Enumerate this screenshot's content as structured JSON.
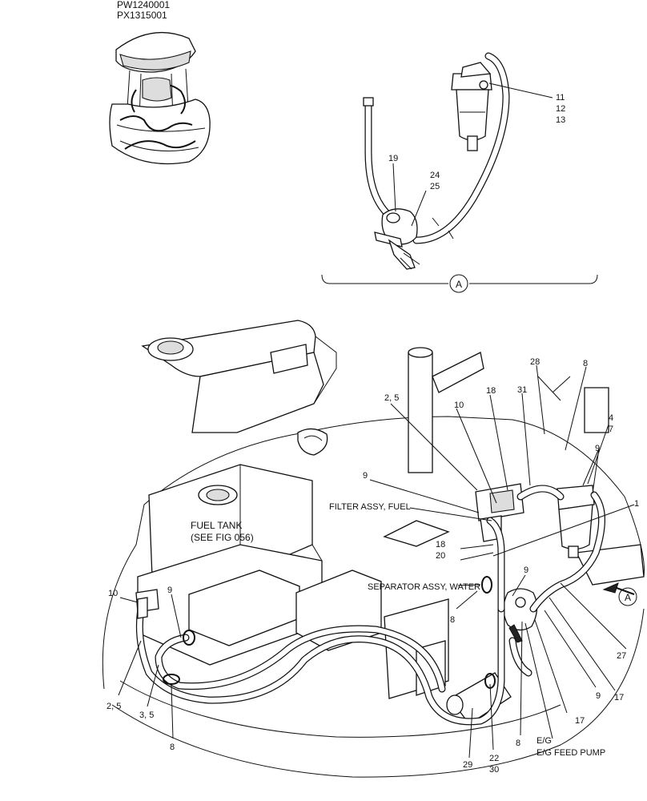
{
  "header": {
    "serial_1": "PW1240001",
    "serial_2": "PX1315001"
  },
  "detail": {
    "view_marker": "A",
    "callouts": {
      "c11": "11",
      "c12": "12",
      "c13": "13",
      "c19": "19",
      "c24": "24",
      "c25": "25"
    }
  },
  "main": {
    "view_arrow_marker": "A",
    "fuel_tank_line1": "FUEL TANK",
    "fuel_tank_line2": "(SEE FIG 056)",
    "filter_assy_label": "FILTER ASSY, FUEL",
    "separator_assy_label": "SEPARATOR ASSY, WATER",
    "eg_label": "E/G",
    "eg_feed_pump_label": "E/G FEED PUMP",
    "callouts": {
      "c28": "28",
      "c8_top": "8",
      "c31": "31",
      "c18_top": "18",
      "c2_5_top": "2, 5",
      "c10_top": "10",
      "c4": "4",
      "c7": "7",
      "c9_right": "9",
      "c9_filter": "9",
      "c1": "1",
      "c18_mid": "18",
      "c20": "20",
      "c9_pump": "9",
      "c8_mid": "8",
      "c10_left": "10",
      "c9_left": "9",
      "c2_5_bottom": "2, 5",
      "c3_5": "3, 5",
      "c8_bottom_left": "8",
      "c29": "29",
      "c22": "22",
      "c30": "30",
      "c8_bottom": "8",
      "c17_a": "17",
      "c17_b": "17",
      "c9_bottom": "9",
      "c27": "27"
    }
  }
}
